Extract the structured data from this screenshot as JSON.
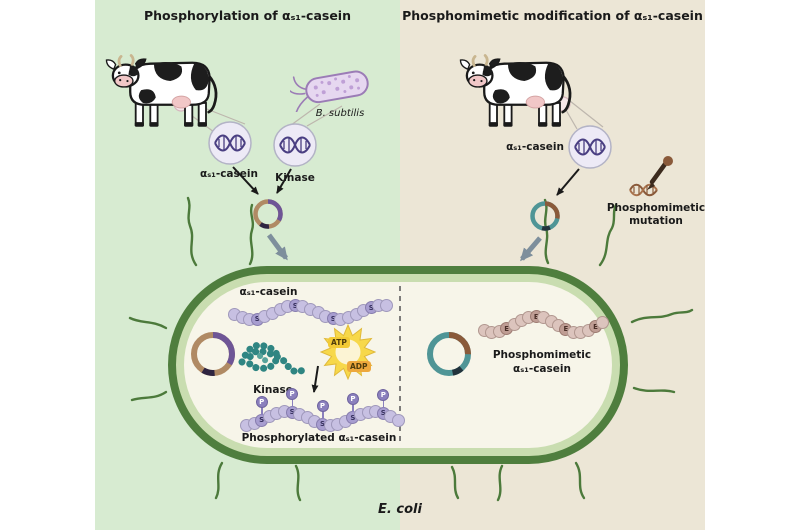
{
  "left_panel": {
    "title": "Phosphorylation of αₛ₁-casein",
    "casein_label": "αₛ₁-casein",
    "bsubtilis_label": "B. subtilis",
    "kinase_label": "Kinase"
  },
  "right_panel": {
    "title": "Phosphomimetic modification of αₛ₁-casein",
    "casein_label": "αₛ₁-casein",
    "mutation_line1": "Phosphomimetic",
    "mutation_line2": "mutation"
  },
  "cell": {
    "left": {
      "casein_label": "αₛ₁-casein",
      "kinase_label": "Kinase",
      "atp": "ATP",
      "adp": "ADP",
      "product_label": "Phosphorylated αₛ₁-casein"
    },
    "right": {
      "product_line1": "Phosphomimetic",
      "product_line2": "αₛ₁-casein"
    },
    "organism_label": "E. coli"
  },
  "chains": {
    "phosphate_letter": "P",
    "substrate": [
      "",
      "",
      "",
      "S",
      "",
      "",
      "",
      "",
      "S",
      "",
      "",
      "",
      "",
      "S",
      "",
      "",
      "",
      "",
      "S",
      "",
      ""
    ],
    "phosphorylated": [
      "",
      "",
      "S+P",
      "",
      "",
      "",
      "S+P",
      "",
      "",
      "",
      "S+P",
      "",
      "",
      "",
      "S+P",
      "",
      "",
      "",
      "S+P",
      "",
      ""
    ],
    "phosphomimetic": [
      "",
      "",
      "",
      "E",
      "",
      "",
      "",
      "E",
      "",
      "",
      "",
      "E",
      "",
      "",
      "",
      "E",
      ""
    ]
  },
  "colors": {
    "panel_left": "#d7ebd1",
    "panel_right": "#ece6d6",
    "cell_border": "#4f7e3e",
    "plasmid_tan": "#b08a64",
    "plasmid_purple": "#6e5596",
    "plasmid_teal": "#4f9596",
    "bead_lavender": "#c7c0e2",
    "bead_pink": "#dcc4bd",
    "atp_yellow": "#f7d84a"
  }
}
